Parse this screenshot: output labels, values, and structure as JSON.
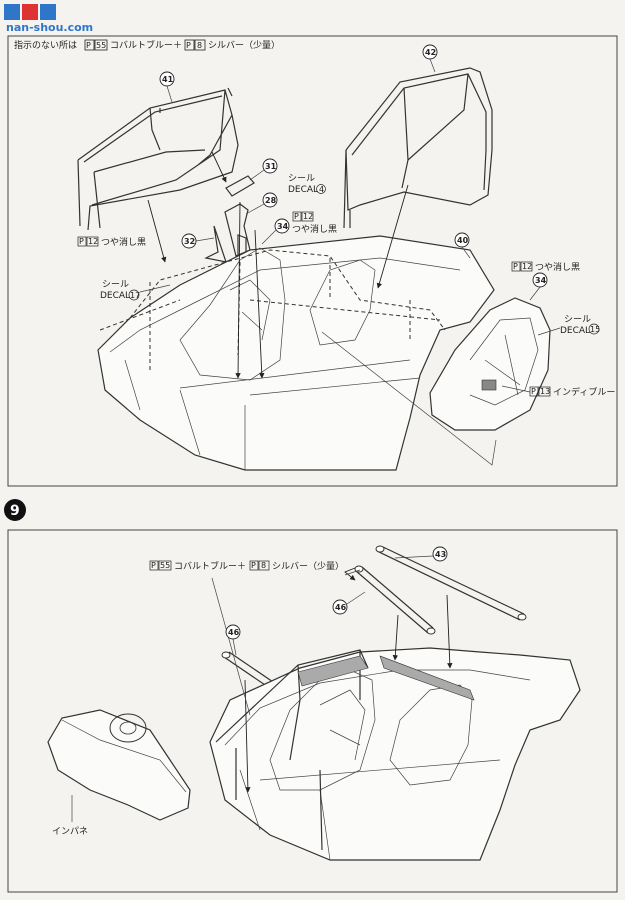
{
  "watermark": {
    "text": "nan-shou.com"
  },
  "panel_top": {
    "note": "指示のない所は",
    "note_paint1_num": "55",
    "note_paint1": "コバルトブルー＋",
    "note_paint2_num": "8",
    "note_paint2": "シルバー（少量）",
    "labels": {
      "decal4_jp": "シール",
      "decal4_en": "DECAL",
      "decal4_num": "4",
      "paint12_a_num": "12",
      "paint12_a": "つや消し黒",
      "paint12_b_num": "12",
      "paint12_b": "つや消し黒",
      "paint12_c_num": "12",
      "paint12_c": "つや消し黒",
      "decal17_jp": "シール",
      "decal17_en": "DECAL",
      "decal17_num": "17",
      "decal15_jp": "シール",
      "decal15_en": "DECAL",
      "decal15_num": "15",
      "paint13_num": "13",
      "paint13": "インディブルー"
    },
    "parts": [
      "41",
      "42",
      "31",
      "28",
      "32",
      "34",
      "40",
      "34"
    ]
  },
  "step": {
    "number": "9"
  },
  "panel_bottom": {
    "note_paint1_num": "55",
    "note_paint1": "コバルトブルー＋",
    "note_paint2_num": "8",
    "note_paint2": "シルバー（少量）",
    "parts": [
      "43",
      "46",
      "46"
    ],
    "dash_label": "インパネ"
  },
  "colors": {
    "line": "#333333",
    "background": "#f4f3ef"
  }
}
